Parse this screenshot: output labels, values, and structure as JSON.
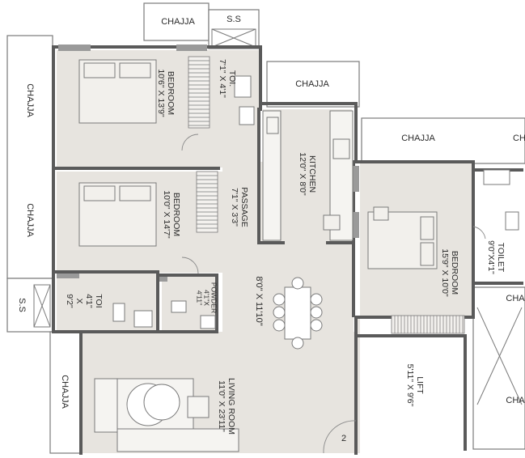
{
  "colors": {
    "floor": "#e7e4df",
    "wall": "#5a5a5a",
    "outline": "#6b6b6b",
    "bg": "#ffffff",
    "text": "#2b2b2b"
  },
  "rooms": {
    "bedroom1": {
      "name": "BEDROOM",
      "size": "10'6\" X 13'9\""
    },
    "toilet1": {
      "name": "TOI.",
      "size": "7'1\" X 4'1\""
    },
    "bedroom2": {
      "name": "BEDROOM",
      "size": "10'0\" X 14'7\""
    },
    "passage": {
      "name": "PASSAGE",
      "size": "7'1\" X 3'3\""
    },
    "kitchen": {
      "name": "KITCHEN",
      "size": "12'0\" X 8'0\""
    },
    "bedroom3": {
      "name": "BEDROOM",
      "size": "15'9\" X 10'0\""
    },
    "toilet3": {
      "name": "TOILET",
      "size": "9'0\"X4'1\""
    },
    "toilet2": {
      "name": "TOI",
      "size": "4'1\"",
      "x": "X",
      "size2": "9'2\""
    },
    "powder": {
      "name": "POWDER",
      "size": "4'1\"X",
      "size2": "4'11\""
    },
    "dining": {
      "size": "8'0\" X 11'10\""
    },
    "living": {
      "name": "LIVING ROOM",
      "size": "11'0\" X 23'11\""
    },
    "lift": {
      "name": "LIFT",
      "size": "5'11\" X 9'6\""
    }
  },
  "chajja": {
    "top": "CHAJJA",
    "mid": "CHAJJA",
    "right": "CHAJJA",
    "right_cut": "CH",
    "left_top": "CHAJJA",
    "left_mid": "CHAJJA",
    "left_bottom": "CHAJJA",
    "right_small": "CHA",
    "right_small2": "CHA"
  },
  "ss": {
    "top": "S.S",
    "left": "S.S"
  },
  "misc": {
    "door_number": "2"
  }
}
